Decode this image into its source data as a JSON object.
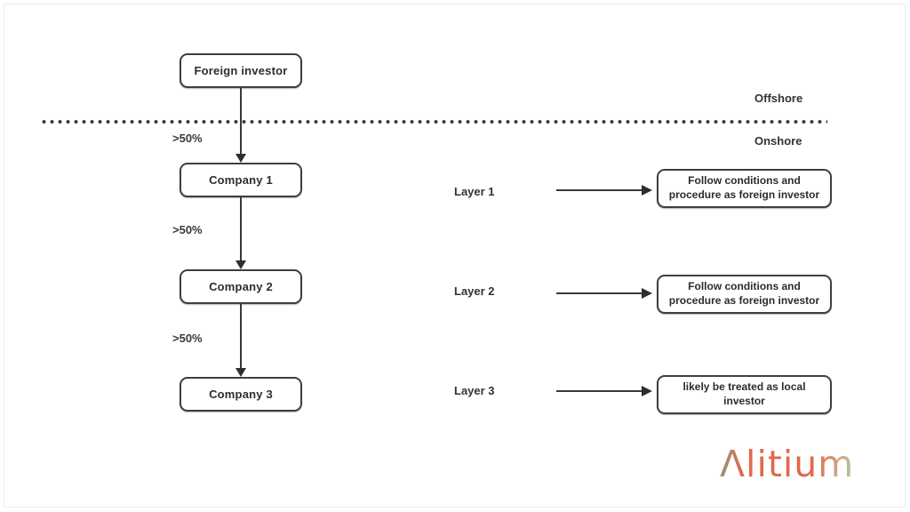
{
  "diagram": {
    "investor": {
      "label": "Foreign investor"
    },
    "companies": [
      {
        "label": "Company 1"
      },
      {
        "label": "Company 2"
      },
      {
        "label": "Company 3"
      }
    ],
    "ownership_labels": [
      ">50%",
      ">50%",
      ">50%"
    ],
    "regions": {
      "offshore": "Offshore",
      "onshore": "Onshore"
    },
    "layers": [
      {
        "label": "Layer 1",
        "outcome": "Follow conditions and procedure as foreign investor"
      },
      {
        "label": "Layer 2",
        "outcome": "Follow conditions and procedure as foreign investor"
      },
      {
        "label": "Layer 3",
        "outcome": "likely be treated as local investor"
      }
    ]
  },
  "logo": {
    "text": "Λlitium",
    "colors": {
      "coral": "#e0694d",
      "green": "#a3c89b",
      "sage": "#85a083"
    }
  }
}
